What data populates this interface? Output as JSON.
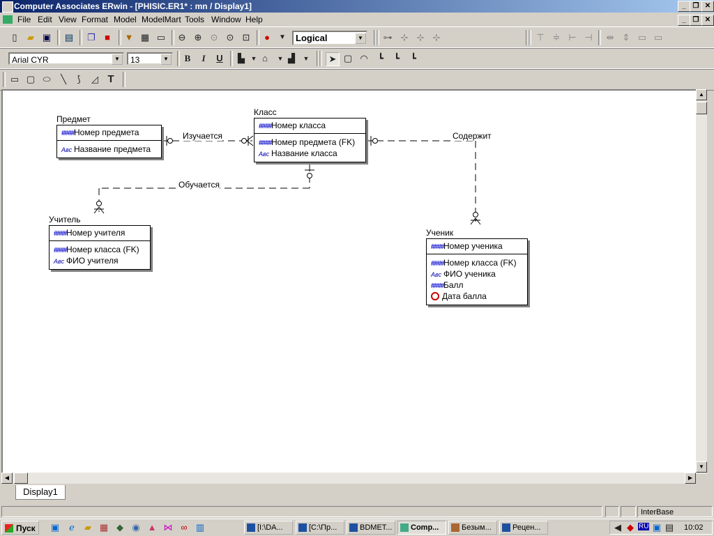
{
  "window": {
    "title": "Computer Associates ERwin - [PHISIC.ER1* : mn / Display1]",
    "buttons": [
      "_",
      "❐",
      "✕"
    ]
  },
  "menu": [
    "File",
    "Edit",
    "View",
    "Format",
    "Model",
    "ModelMart",
    "Tools",
    "Window",
    "Help"
  ],
  "toolbar": {
    "model_view": "Logical",
    "font_name": "Arial CYR",
    "font_size": "13",
    "bold": "B",
    "italic": "I",
    "underline": "U",
    "text_tool": "T"
  },
  "diagram": {
    "entities": [
      {
        "name": "Предмет",
        "pk": [
          {
            "icon": "key",
            "label": "Номер предмета"
          }
        ],
        "attrs": [
          {
            "icon": "text",
            "label": "Название предмета"
          }
        ]
      },
      {
        "name": "Класс",
        "pk": [
          {
            "icon": "key",
            "label": "Номер класса"
          }
        ],
        "attrs": [
          {
            "icon": "key",
            "label": "Номер предмета (FK)"
          },
          {
            "icon": "text",
            "label": "Название класса"
          }
        ]
      },
      {
        "name": "Учитель",
        "pk": [
          {
            "icon": "key",
            "label": "Номер учителя"
          }
        ],
        "attrs": [
          {
            "icon": "key",
            "label": "Номер класса (FK)"
          },
          {
            "icon": "text",
            "label": "ФИО учителя"
          }
        ]
      },
      {
        "name": "Ученик",
        "pk": [
          {
            "icon": "key",
            "label": "Номер ученика"
          }
        ],
        "attrs": [
          {
            "icon": "key",
            "label": "Номер класса (FK)"
          },
          {
            "icon": "text",
            "label": "ФИО ученика"
          },
          {
            "icon": "key",
            "label": "Балл"
          },
          {
            "icon": "date",
            "label": "Дата балла"
          }
        ]
      }
    ],
    "relationships": [
      "Изучается",
      "Обучается",
      "Содержит"
    ]
  },
  "tab": {
    "label": "Display1"
  },
  "status": {
    "db": "InterBase"
  },
  "taskbar": {
    "start": "Пуск",
    "tasks": [
      "[I:\\DA...",
      "[C:\\Пр...",
      "BDMET...",
      "Comp...",
      "Безым...",
      "Рецен..."
    ],
    "active_task": 3,
    "lang": "RU",
    "clock": "10:02"
  },
  "colors": {
    "titlebar": "#0a246a",
    "key_icon": "#0000cc",
    "date_icon": "#cc0000"
  }
}
